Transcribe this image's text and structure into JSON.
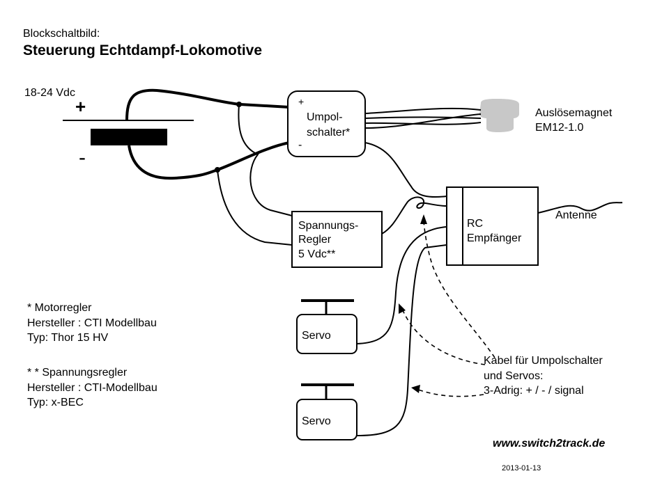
{
  "header": {
    "kicker": "Blockschaltbild:",
    "title": "Steuerung Echtdampf-Lokomotive"
  },
  "supply": {
    "voltage": "18-24 Vdc",
    "plus": "+",
    "minus": "-"
  },
  "reverser": {
    "plus": "+",
    "minus": "-",
    "lines": [
      "Umpol-",
      "schalter*"
    ]
  },
  "magnet": {
    "lines": [
      "Auslösemagnet",
      "EM12-1.0"
    ],
    "color": "#c8c8c8"
  },
  "regulator": {
    "lines": [
      "Spannungs-",
      "Regler",
      "5 Vdc**"
    ]
  },
  "receiver": {
    "lines": [
      "RC",
      "Empfänger"
    ],
    "antenna": "Antenne"
  },
  "servos": [
    {
      "label": "Servo"
    },
    {
      "label": "Servo"
    }
  ],
  "notes": {
    "motor": [
      "* Motorregler",
      "Hersteller : CTI Modellbau",
      "Typ: Thor 15 HV"
    ],
    "regulator": [
      "* * Spannungsregler",
      "Hersteller : CTI-Modellbau",
      "Typ: x-BEC"
    ]
  },
  "cable_note": [
    "Kabel für Umpolschalter",
    "und Servos:",
    "3-Adrig: + / - / signal"
  ],
  "website": "www.switch2track.de",
  "date": "2013-01-13"
}
